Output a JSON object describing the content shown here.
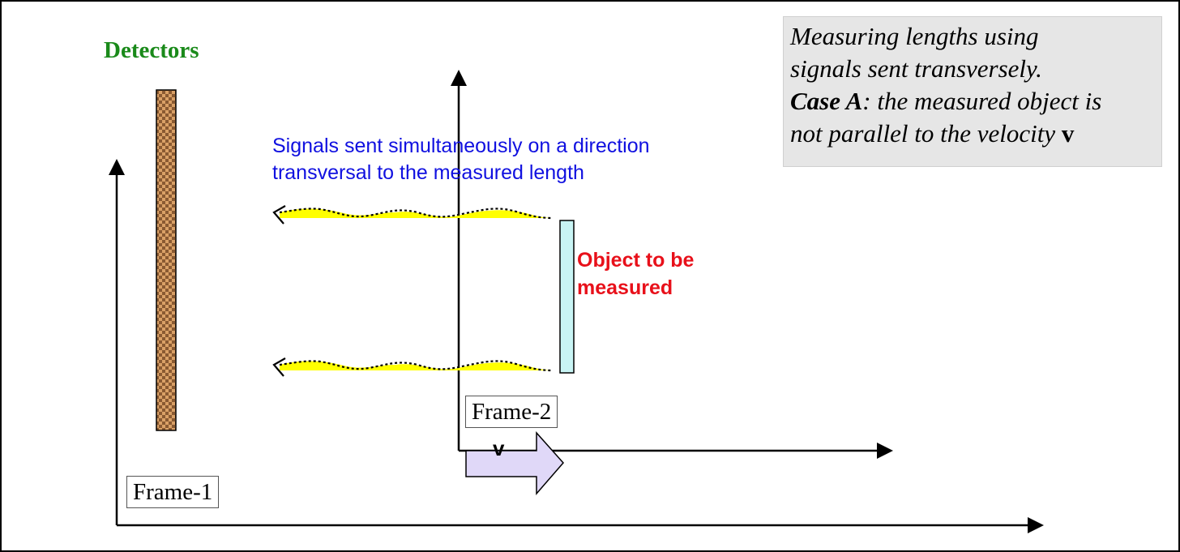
{
  "detectors_label": "Detectors",
  "signals_caption": {
    "line1": "Signals sent simultaneously on a direction",
    "line2": "transversal to the measured length"
  },
  "object_label": {
    "line1": "Object to be",
    "line2": "measured"
  },
  "info_box": {
    "line1": "Measuring lengths using",
    "line2": "signals sent transversely.",
    "case_label": "Case A",
    "line3_rest": ": the measured object is",
    "line4": "not parallel to the velocity ",
    "velocity_symbol": "v"
  },
  "frame1_label": "Frame-1",
  "frame2_label": "Frame-2",
  "velocity_label": "v",
  "colors": {
    "detectors": "#1a8a1a",
    "signals_text": "#1010e0",
    "object_text": "#e8101a",
    "detector_bar": "#c8915a",
    "object_bar": "#c8f4f4",
    "velocity_arrow": "#e0d8f8",
    "wave_fill": "#ffff00"
  }
}
